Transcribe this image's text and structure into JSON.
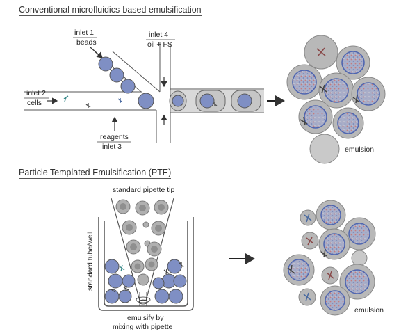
{
  "sections": {
    "conventional": {
      "title": "Conventional microfluidics-based emulsification",
      "inlet1": [
        "inlet 1",
        "beads"
      ],
      "inlet2": [
        "inlet 2",
        "cells"
      ],
      "inlet3": [
        "reagents",
        "inlet 3"
      ],
      "inlet4": [
        "inlet 4",
        "oil + FS"
      ],
      "emulsion_label": "emulsion"
    },
    "pte": {
      "title": "Particle Templated Emulsification (PTE)",
      "tip_label": "standard pipette tip",
      "tube_label": "standard tube/well",
      "mix_label": [
        "emulsify by",
        "mixing with pipette"
      ],
      "emulsion_label": "emulsion"
    }
  },
  "colors": {
    "bead_blue": "#7f8fc4",
    "droplet_gray": "#b8b8b8",
    "droplet_dark": "#9c9c9c",
    "line": "#555555"
  }
}
